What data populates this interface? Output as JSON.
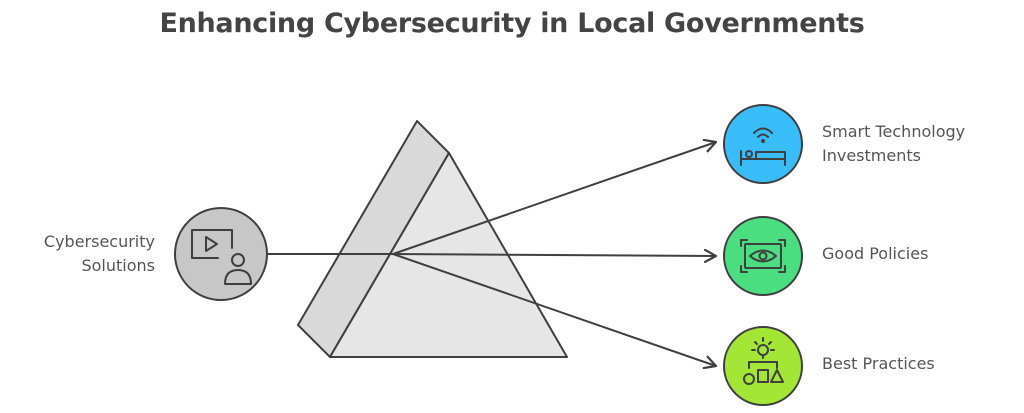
{
  "title": "Enhancing Cybersecurity in Local Governments",
  "input": {
    "lines": [
      "Cybersecurity",
      "Solutions"
    ],
    "icon": "video-user-icon",
    "color": "#c7c7c7"
  },
  "prism": {
    "front_color": "#e6e6e6",
    "side_color": "#d9d9d9",
    "stroke_color": "#3f3f3f"
  },
  "outputs": [
    {
      "lines": [
        "Smart Technology",
        "Investments"
      ],
      "icon": "wifi-bed-icon",
      "color": "#38bdf8"
    },
    {
      "lines": [
        "Good Policies"
      ],
      "icon": "eye-frame-icon",
      "color": "#4ade80"
    },
    {
      "lines": [
        "Best Practices"
      ],
      "icon": "idea-shapes-icon",
      "color": "#a3e635"
    }
  ]
}
